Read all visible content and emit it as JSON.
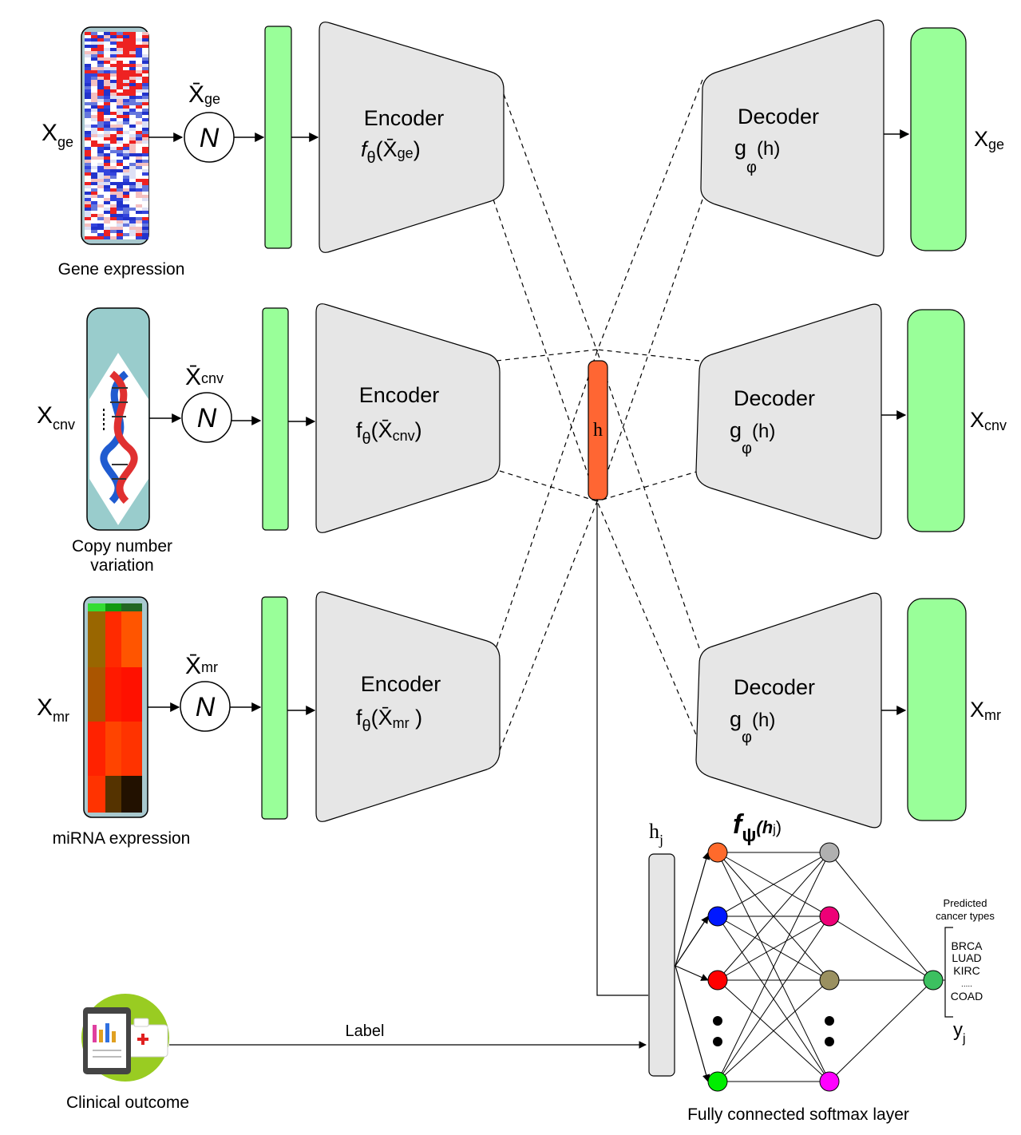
{
  "inputs": {
    "ge": {
      "var": "X",
      "sub": "ge",
      "caption": [
        "Gene expression"
      ]
    },
    "cnv": {
      "var": "X",
      "sub": "cnv",
      "caption": [
        "Copy number",
        "variation"
      ]
    },
    "mr": {
      "var": "X",
      "sub": "mr",
      "caption": [
        "miRNA expression"
      ]
    }
  },
  "normalized": {
    "ge": {
      "var": "X̄",
      "sub": "ge"
    },
    "cnv": {
      "var": "X̄",
      "sub": "cnv"
    },
    "mr": {
      "var": "X̄",
      "sub": "mr"
    }
  },
  "norm_symbol": "N",
  "encoder": {
    "title": "Encoder",
    "fn": "f",
    "param": "θ",
    "args": {
      "ge": "X̄",
      "cnv": "X̄",
      "mr": "X̄"
    },
    "arg_subs": {
      "ge": "ge",
      "cnv": "cnv",
      "mr": "mr"
    }
  },
  "decoder": {
    "title": "Decoder",
    "fn": "g",
    "param": "φ",
    "arg": "(h)"
  },
  "outputs": {
    "ge": {
      "var": "X",
      "sub": "ge"
    },
    "cnv": {
      "var": "X",
      "sub": "cnv"
    },
    "mr": {
      "var": "X",
      "sub": "mr"
    }
  },
  "latent": {
    "label": "h"
  },
  "classifier": {
    "input_var": "h",
    "input_sub": "j",
    "fn": "f",
    "fn_param": "ψ",
    "fn_arg": "(h",
    "fn_arg_sub": "j",
    "fn_arg_close": ")",
    "caption": "Fully connected softmax layer",
    "output_header": [
      "Predicted",
      "cancer types"
    ],
    "cancer_types": [
      "BRCA",
      "LUAD",
      "KIRC",
      ".....",
      "COAD"
    ],
    "output_var": "y",
    "output_sub": "j",
    "layer1_colors": [
      "#ff6a2b",
      "#0018ff",
      "#ff0000",
      "#00ee00"
    ],
    "layer2_colors": [
      "#b0b0b0",
      "#ee0077",
      "#9a9060",
      "#ff00ff"
    ],
    "output_color": "#3cc060"
  },
  "clinical": {
    "caption": "Clinical outcome",
    "edge_label": "Label"
  },
  "colors": {
    "bar_green": "#99ff99",
    "trapezoid": "#e6e6e6",
    "latent_fill": "#ff6633",
    "clinical_circle": "#99cc22",
    "dna_panel": "#99cccc"
  }
}
